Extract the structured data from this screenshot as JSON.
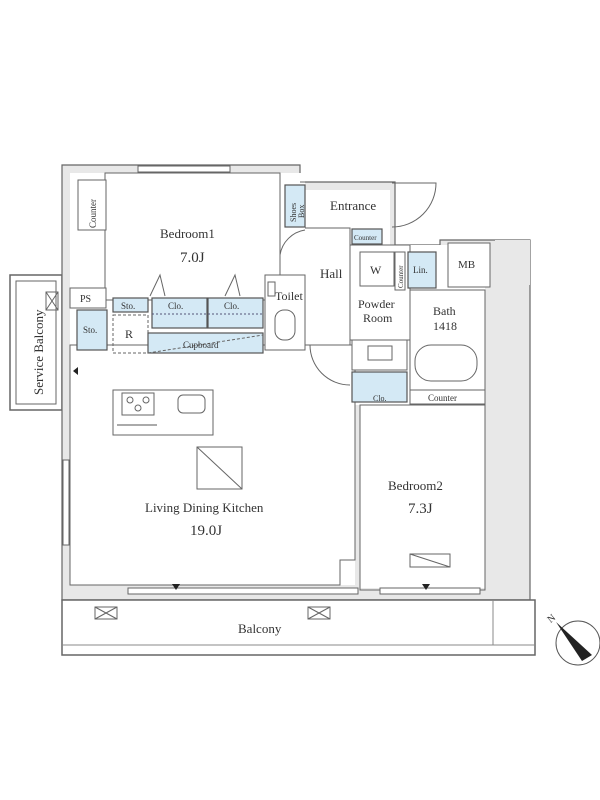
{
  "floor_plan": {
    "rooms": {
      "bedroom1": {
        "name": "Bedroom1",
        "size": "7.0J"
      },
      "bedroom2": {
        "name": "Bedroom2",
        "size": "7.3J"
      },
      "ldk": {
        "name": "Living Dining Kitchen",
        "size": "19.0J"
      },
      "bath": {
        "name": "Bath",
        "size": "1418"
      },
      "powder_room_line1": "Powder",
      "powder_room_line2": "Room",
      "entrance": "Entrance",
      "hall": "Hall",
      "toilet": "Toilet",
      "balcony": "Balcony",
      "service_balcony": "Service Balcony"
    },
    "storage": {
      "counter_bedroom1": "Counter",
      "shoes_box_line1": "Shoes",
      "shoes_box_line2": "Box",
      "counter_entrance": "Counter",
      "counter_powder": "Counter",
      "counter_bath": "Counter",
      "washer": "W",
      "linen": "Lin.",
      "mb": "MB",
      "ps": "PS",
      "sto_left": "Sto.",
      "sto_small": "Sto.",
      "clo1": "Clo.",
      "clo2": "Clo.",
      "clo3": "Clo.",
      "refrigerator": "R",
      "cupboard": "Cupboard"
    },
    "compass": {
      "label": "N"
    }
  }
}
